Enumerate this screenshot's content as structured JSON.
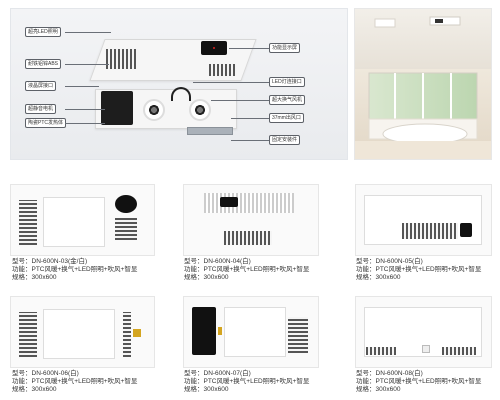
{
  "callouts": {
    "led_display": "超亮LED照明",
    "mirror_abs": "耐铁铝锌ABS",
    "ac_port": "液晶屏接口",
    "motor": "超静音电机",
    "ptc": "陶瓷PTC发热体",
    "screen": "功能显示屏",
    "led_port": "LED灯连接口",
    "fan": "超大换气风机",
    "outlet": "37mm出风口",
    "bracket": "固定安装件"
  },
  "products": [
    {
      "model": "型号：DN-600N-03(金/白)",
      "function": "功能：PTC风暖+换气+LED照明+吹风+智显",
      "spec": "规格：300x600"
    },
    {
      "model": "型号：DN-600N-04(白)",
      "function": "功能：PTC风暖+换气+LED照明+吹风+智显",
      "spec": "规格：300x600"
    },
    {
      "model": "型号：DN-600N-05(白)",
      "function": "功能：PTC风暖+换气+LED照明+吹风+智显",
      "spec": "规格：300x600"
    },
    {
      "model": "型号：DN-600N-06(白)",
      "function": "功能：PTC风暖+换气+LED照明+吹风+智显",
      "spec": "规格：300x600"
    },
    {
      "model": "型号：DN-600N-07(白)",
      "function": "功能：PTC风暖+换气+LED照明+吹风+智显",
      "spec": "规格：300x600"
    },
    {
      "model": "型号：DN-600N-08(白)",
      "function": "功能：PTC风暖+换气+LED照明+吹风+智显",
      "spec": "规格：300x600"
    }
  ]
}
